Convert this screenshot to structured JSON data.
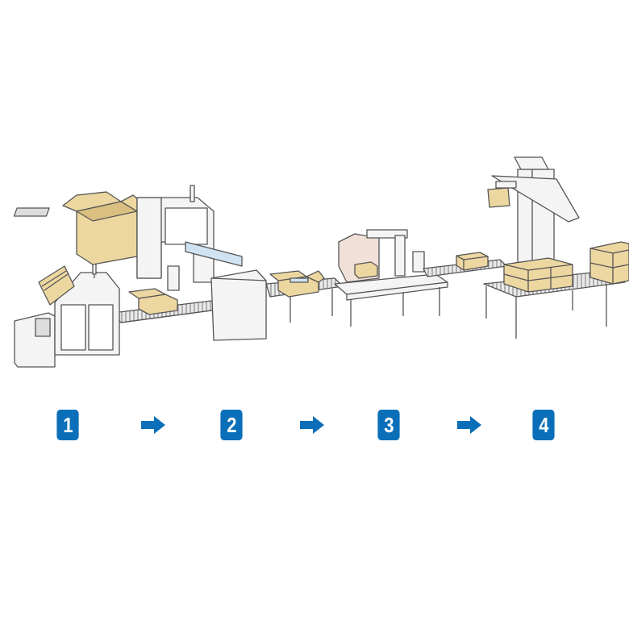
{
  "steps": [
    {
      "number": "1"
    },
    {
      "number": "2"
    },
    {
      "number": "3"
    },
    {
      "number": "4"
    }
  ],
  "colors": {
    "badge": "#0A6FB8",
    "arrow": "#0A6FB8",
    "carton": "#EDD7A0",
    "outline": "#555555",
    "machine_fill": "#F4F4F4"
  }
}
